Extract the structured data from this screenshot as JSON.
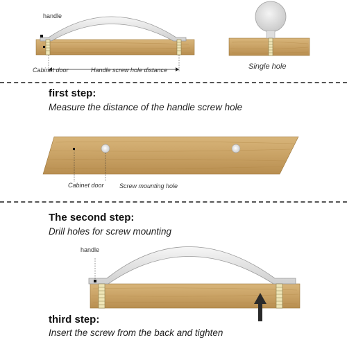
{
  "labels": {
    "handle_top": "handle",
    "cabinet_door_top": "Cabinet door",
    "distance": "Handle screw hole distance",
    "single_hole": "Single hole",
    "cabinet_door_mid": "Cabinet door",
    "screw_mounting_hole": "Screw mounting hole",
    "handle_bottom": "handle"
  },
  "steps": [
    {
      "title": "first step:",
      "description": "Measure the distance of the handle screw hole"
    },
    {
      "title": "The second step:",
      "description": "Drill holes for screw mounting"
    },
    {
      "title": "third step:",
      "description": "Insert the screw from the back and tighten"
    }
  ],
  "colors": {
    "wood": "#c9a265",
    "wood_dark": "#a37c42",
    "screw": "#efe6b8",
    "handle": "#e4e4e4",
    "divider": "#555555"
  }
}
